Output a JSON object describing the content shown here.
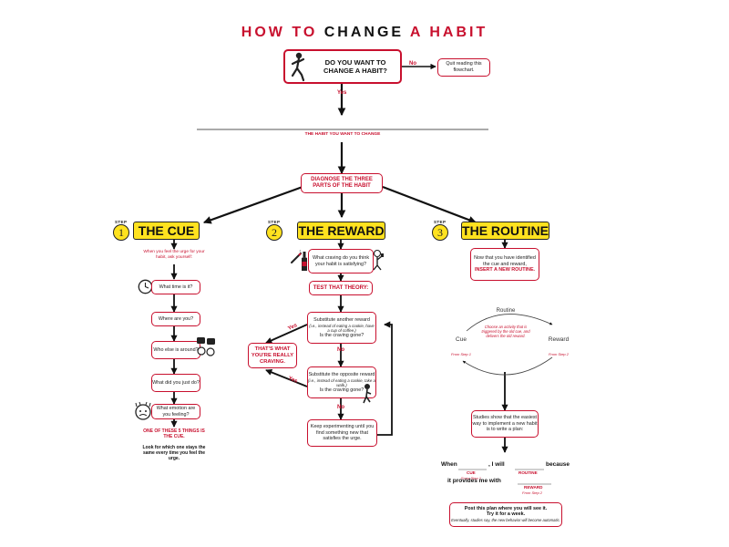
{
  "title": {
    "part1": "HOW TO",
    "part2": "CHANGE",
    "part3": "A HABIT"
  },
  "start": {
    "question": "DO YOU WANT TO CHANGE A HABIT?",
    "no_label": "No",
    "no_result": "Quit reading this flowchart.",
    "yes_label": "Yes"
  },
  "habit_line_label": "THE HABIT YOU WANT TO CHANGE",
  "diagnose": "DIAGNOSE THE THREE PARTS OF THE HABIT",
  "step_word": "STEP",
  "steps": [
    {
      "num": "1",
      "title": "THE CUE"
    },
    {
      "num": "2",
      "title": "THE REWARD"
    },
    {
      "num": "3",
      "title": "THE ROUTINE"
    }
  ],
  "cue": {
    "intro": "When you feel the urge for your habit, ask yourself:",
    "questions": [
      "What time is it?",
      "Where are you?",
      "Who else is around?",
      "What did you just do?",
      "What emotion are you feeling?"
    ],
    "conclusion_red": "ONE OF THESE 5 THINGS IS THE CUE.",
    "conclusion_black": "Look for which one stays the same every time you feel the urge."
  },
  "reward": {
    "question": "What craving do you think your habit is satisfying?",
    "test": "TEST THAT THEORY:",
    "sub1_title": "Substitute another reward",
    "sub1_example": "(i.e., instead of eating a cookie, have a cup of coffee.)",
    "sub1_q": "Is the craving gone?",
    "no_label": "No",
    "yes_label": "Yes",
    "sub2_title": "Substitute the opposite reward",
    "sub2_example": "(i.e., instead of eating a cookie, take a walk.)",
    "sub2_q": "Is the craving gone?",
    "no_label2": "No",
    "yes_label2": "Yes",
    "keep": "Keep experimenting until you find something new that satisfies the urge.",
    "result": "THAT'S WHAT YOU'RE REALLY CRAVING."
  },
  "routine": {
    "intro_black": "Now that you have identified the cue and reward,",
    "intro_red": "INSERT A NEW ROUTINE.",
    "loop_routine": "Routine",
    "loop_desc": "Choose an activity that is triggered by the old cue, and delivers the old reward.",
    "loop_cue": "Cue",
    "loop_cue_from": "From Step 1",
    "loop_reward": "Reward",
    "loop_reward_from": "From Step 2",
    "studies": "Studies show that the easiest way to implement a new habit is to write a plan:",
    "plan_when": "When",
    "plan_will": ", I will",
    "plan_because": "because",
    "plan_cue": "CUE",
    "plan_cue_from": "From Step 1",
    "plan_routine": "ROUTINE",
    "plan_provides": "it provides me with",
    "plan_reward": "REWARD",
    "plan_reward_from": "From Step 2",
    "post_line1": "Post this plan where you will see it.",
    "post_line2": "Try it for a week.",
    "post_note": "Eventually, studies say, the new behavior will become automatic."
  },
  "colors": {
    "accent": "#c8102e",
    "yellow": "#ffe21f",
    "ink": "#222222"
  },
  "icons": [
    "running-man-icon",
    "clock-icon",
    "people-talking-icon",
    "stressed-face-icon",
    "cigarette-icon",
    "wine-bottle-icon",
    "person-drinking-icon"
  ]
}
